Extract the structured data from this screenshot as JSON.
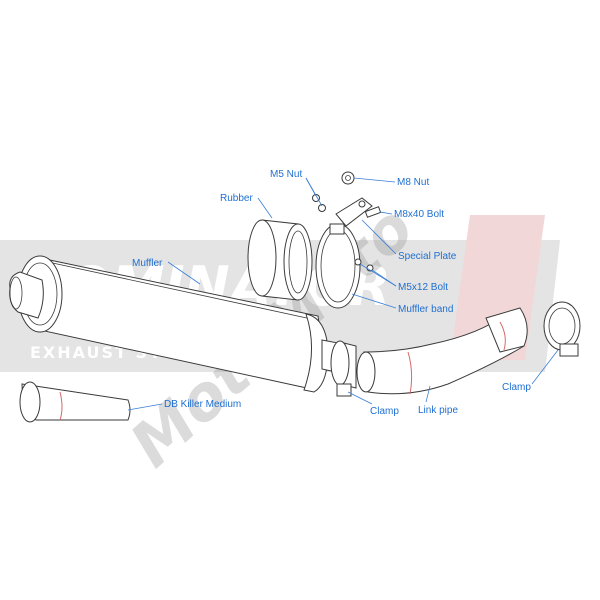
{
  "watermark": {
    "brand": "DOMINATOR",
    "tagline": "EXHAUST SYSTEM",
    "overlay": "MotoMoto",
    "overlay_color": "#b0b0b0",
    "accent_color": "#d03a3a"
  },
  "colors": {
    "label": "#1f6fd0",
    "line": "#3a3a3a",
    "red_seam": "#d46a6a"
  },
  "labels": {
    "m5_nut": "M5 Nut",
    "m8_nut": "M8 Nut",
    "rubber": "Rubber",
    "m8x40_bolt": "M8x40 Bolt",
    "special_plate": "Special Plate",
    "muffler": "Muffler",
    "m5x12_bolt": "M5x12 Bolt",
    "muffler_band": "Muffler band",
    "clamp_right": "Clamp",
    "db_killer": "DB Killer Medium",
    "clamp_center": "Clamp",
    "link_pipe": "Link pipe"
  }
}
